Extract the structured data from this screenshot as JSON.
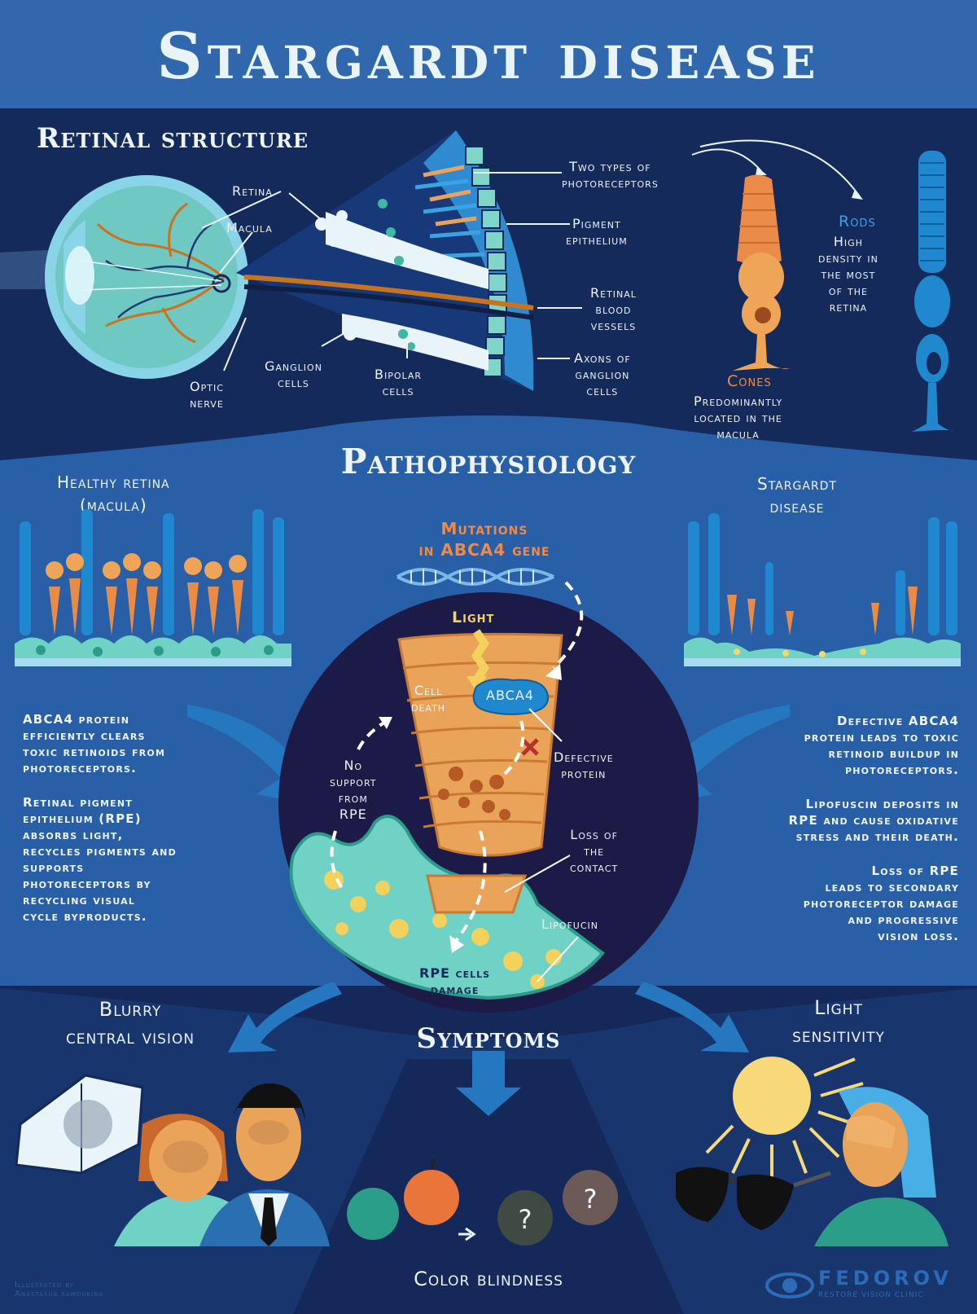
{
  "title": "Stargardt disease",
  "sections": {
    "retinal_structure": "Retinal structure",
    "pathophysiology": "Pathophysiology",
    "symptoms": "Symptoms"
  },
  "eye_labels": {
    "retina": "Retina",
    "macula": "Macula",
    "optic_nerve": [
      "Optic",
      "nerve"
    ],
    "ganglion_cells": [
      "Ganglion",
      "cells"
    ],
    "bipolar_cells": [
      "Bipolar",
      "cells"
    ],
    "two_types": [
      "Two types of",
      "photoreceptors"
    ],
    "pigment_epithelium": [
      "Pigment",
      "epithelium"
    ],
    "retinal_blood_vessels": [
      "Retinal",
      "blood",
      "vessels"
    ],
    "axons": [
      "Axons of",
      "ganglion",
      "cells"
    ]
  },
  "photoreceptors": {
    "rods_title": "Rods",
    "rods_desc": [
      "High",
      "density in",
      "the most",
      "of the",
      "retina"
    ],
    "cones_title": "Cones",
    "cones_desc": [
      "Predominantly",
      "located in the",
      "macula"
    ]
  },
  "patho": {
    "healthy_title": [
      "Healthy retina",
      "(macula)"
    ],
    "stargardt_title": [
      "Stargardt",
      "disease"
    ],
    "mutations": [
      "Mutations",
      "in ABCA4 gene"
    ],
    "light": "Light",
    "cell_death": [
      "Cell",
      "death"
    ],
    "abca4": "ABCA4",
    "defective_protein": [
      "Defective",
      "protein"
    ],
    "no_support": [
      "No",
      "support",
      "from",
      "RPE"
    ],
    "loss_contact": [
      "Loss of",
      "the",
      "contact"
    ],
    "lipofucin": "Lipofucin",
    "rpe_damage": [
      "RPE cells",
      "damage"
    ],
    "left_text": [
      [
        "ABCA4 protein",
        "efficiently clears",
        "toxic retinoids from",
        "photoreceptors."
      ],
      [
        "Retinal pigment",
        "epithelium (RPE)",
        "absorbs light,",
        "recycles pigments and",
        "supports",
        "photoreceptors by",
        "recycling visual",
        "cycle byproducts."
      ]
    ],
    "right_text": [
      [
        "Defective ABCA4",
        "protein leads to toxic",
        "retinoid buildup in",
        "photoreceptors."
      ],
      [
        "Lipofuscin deposits in",
        "RPE and cause oxidative",
        "stress and their death."
      ],
      [
        "Loss of RPE",
        "leads to secondary",
        "photoreceptor damage",
        "and progressive",
        "vision loss."
      ]
    ]
  },
  "symptoms": {
    "blurry": [
      "Blurry",
      "central vision"
    ],
    "light_sensitivity": [
      "Light",
      "sensitivity"
    ],
    "color_blindness": "Color blindness"
  },
  "credits": {
    "illustrated_by": "Illustrated by",
    "artist": "Anastasiia samoukina",
    "brand": "FEDOROV",
    "brand_sub": "RESTORE VISION CLINIC"
  },
  "colors": {
    "header": "#3168ad",
    "dark_navy": "#132a5b",
    "mid_blue": "#295fa6",
    "circle": "#1c1a47",
    "orange": "#e98b45",
    "teal": "#6fd2c4",
    "rod_blue": "#1f88cf",
    "accent_orange_text": "#ef8a48"
  }
}
